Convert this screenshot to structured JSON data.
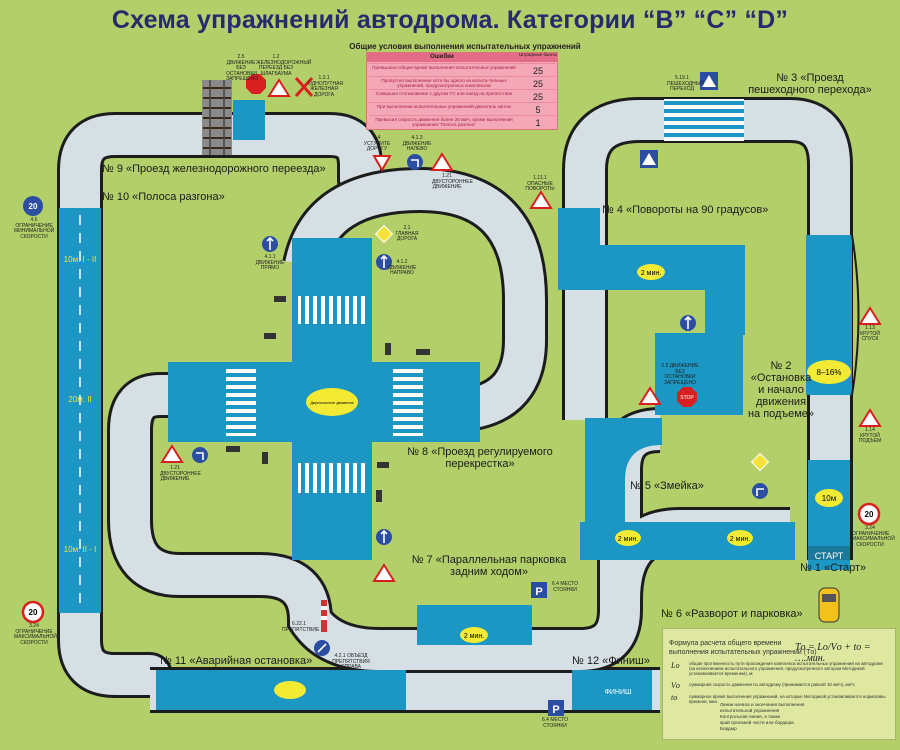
{
  "title": "Схема упражнений автодрома. Категории “B” “C” “D”",
  "subtitle": "Общие условия выполнения испытательных упражнений",
  "errors": {
    "header": "Ошибки",
    "points_header": "Штрафные баллы",
    "rows": [
      {
        "text": "Превышено общее время выполнения испытательных упражнений",
        "points": "25"
      },
      {
        "text": "Пропустил выполнение хотя бы одного из испыта-тельных упражнений, предусмотренных комплексом",
        "points": "25"
      },
      {
        "text": "Совершил столкновение с другим ТС или наезд на препятствие",
        "points": "25"
      },
      {
        "text": "При выполнении испытательных упражнений двигатель заглох",
        "points": "5"
      },
      {
        "text": "Превысил скорость движения более 20 км/ч, кроме выполнения упражнения “Полоса разгона”",
        "points": "1"
      }
    ]
  },
  "exercises": {
    "e1": "№ 1 «Старт»",
    "e2_l1": "№ 2",
    "e2_l2": "«Остановка",
    "e2_l3": "и начало",
    "e2_l4": "движения",
    "e2_l5": "на подъеме»",
    "e3_l1": "№ 3 «Проезд",
    "e3_l2": "пешеходного перехода»",
    "e4": "№ 4 «Повороты на 90 градусов»",
    "e5": "№ 5 «Змейка»",
    "e6": "№ 6 «Разворот и парковка»",
    "e7_l1": "№ 7 «Параллельная парковка",
    "e7_l2": "задним ходом»",
    "e8_l1": "№ 8 «Проезд регулируемого",
    "e8_l2": "перекрестка»",
    "e9": "№ 9 «Проезд железнодорожного переезда»",
    "e10": "№ 10 «Полоса разгона»",
    "e11": "№ 11 «Аварийная остановка»",
    "e12": "№ 12 «Финиш»"
  },
  "road_marks": {
    "start": "СТАРТ",
    "finish": "ФИНИШ",
    "incline": "8–16%",
    "ten_m": "10м",
    "two_min": "2 мин.",
    "lane_top": "10м. I - II",
    "lane_mid": "20м. II",
    "lane_bot": "10м. II - I",
    "intersection": "Двухполосное движение",
    "stop": "STOP",
    "parking": "P",
    "speed_20": "20"
  },
  "signs": {
    "s1": "2.5 ДВИЖЕНИЕ БЕЗ ОСТАНОВКИ ЗАПРЕЩЕНО",
    "s2": "1.2 ЖЕЛЕЗНОДОРОЖНЫЙ ПЕРЕЕЗД БЕЗ ШЛАГБАУМА",
    "s3": "1.3.1 ОДНОПУТНАЯ ЖЕЛЕЗНАЯ ДОРОГА",
    "s4": "2.4 УСТУПИТЕ ДОРОГУ",
    "s5": "4.1.3 ДВИЖЕНИЕ НАЛЕВО",
    "s6": "1.21 ДВУСТОРОННЕЕ ДВИЖЕНИЕ",
    "s7": "1.11.1 ОПАСНЫЕ ПОВОРОТЫ",
    "s8": "5.19.1 ПЕШЕХОДНЫЙ ПЕРЕХОД",
    "s9": "4.1.1 ДВИЖЕНИЕ ПРЯМО",
    "s10": "2.1 ГЛАВНАЯ ДОРОГА",
    "s11": "2.5 ДВИЖЕНИЕ БЕЗ ОСТАНОВКИ ЗАПРЕЩЕНО",
    "s12": "1.13 КРУТОЙ СПУСК",
    "s13": "1.14 КРУТОЙ ПОДЪЕМ",
    "s14": "3.24 ОГРАНИЧЕНИЕ МАКСИМАЛЬНОЙ СКОРОСТИ",
    "s15": "4.6 ОГРАНИЧЕНИЕ МИНИМАЛЬНОЙ СКОРОСТИ",
    "s16": "3.24 ОГРАНИЧЕНИЕ МАКСИМАЛЬНОЙ СКОРОСТИ",
    "s17": "6.22.1 ПРЕПЯТСТВИЕ",
    "s18": "4.2.1 ОБЪЕЗД ПРЕПЯТСТВИЯ СПРАВА",
    "s19": "6.4 МЕСТО СТОЯНКИ",
    "s20": "6.4 МЕСТО СТОЯНКИ",
    "s21": "4.1.2 ДВИЖЕНИЕ НАПРАВО",
    "s22": "1.21 ДВУСТОРОННЕЕ ДВИЖЕНИЕ"
  },
  "formula": {
    "title": "Формула расчета общего времени выполнения испытательных упражнений (Tо)",
    "eq": "Tо = Lо/Vо + tо = ….мин.",
    "defs": [
      {
        "sym": "Lо",
        "text": "общая протяженность пути прохождения комплекса испытательных упражнений на автодроме (за исключением испытательного упражнения, предусмотренного автором Методикой устанавливается временем), м;"
      },
      {
        "sym": "Vо",
        "text": "суммарная скорость движения по автодрому (принимается равной 10 км/ч), км/ч;"
      },
      {
        "sym": "tо",
        "text": "суммарное время выполнения упражнений, на которые Методикой устанавливается нормативы времени, мин."
      }
    ]
  },
  "legend": [
    "Линии начала и окончания выполнения",
    "испытательной упражнения",
    "Контрольная линия, а также",
    "край проезжей части или бордюра",
    "Бордюр"
  ],
  "colors": {
    "grass": "#b3cf6a",
    "road": "#d6dfe3",
    "zone": "#1c97c4",
    "title": "#262a6f"
  }
}
